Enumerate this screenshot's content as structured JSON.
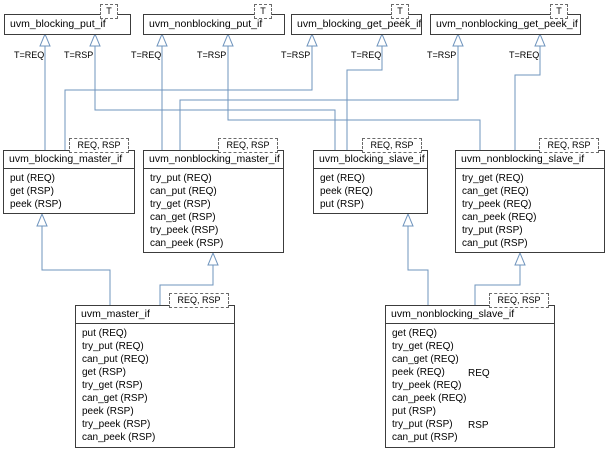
{
  "diagram": {
    "kind": "uml-class-diagram",
    "colors": {
      "connector": "#6f94bd",
      "box_border": "#3c3c3c",
      "box_background": "#ffffff",
      "text": "#000000"
    },
    "top_interfaces": [
      {
        "name": "uvm_blocking_put_if",
        "template": "T"
      },
      {
        "name": "uvm_nonblocking_put_if",
        "template": "T"
      },
      {
        "name": "uvm_blocking_get_peek_if",
        "template": "T"
      },
      {
        "name": "uvm_nonblocking_get_peek_if",
        "template": "T"
      }
    ],
    "middle_interfaces": [
      {
        "name": "uvm_blocking_master_if",
        "template": "REQ, RSP",
        "methods": [
          "put (REQ)",
          "get (RSP)",
          "peek (RSP)"
        ]
      },
      {
        "name": "uvm_nonblocking_master_if",
        "template": "REQ, RSP",
        "methods": [
          "try_put (REQ)",
          "can_put (REQ)",
          "try_get (RSP)",
          "can_get (RSP)",
          "try_peek (RSP)",
          "can_peek (RSP)"
        ]
      },
      {
        "name": "uvm_blocking_slave_if",
        "template": "REQ, RSP",
        "methods": [
          "get (REQ)",
          "peek (REQ)",
          "put (RSP)"
        ]
      },
      {
        "name": "uvm_nonblocking_slave_if",
        "template": "REQ, RSP",
        "methods": [
          "try_get (REQ)",
          "can_get (REQ)",
          "try_peek (REQ)",
          "can_peek (REQ)",
          "try_put (RSP)",
          "can_put (RSP)"
        ]
      }
    ],
    "bottom_interfaces": [
      {
        "name": "uvm_master_if",
        "template": "REQ, RSP",
        "methods": [
          "put (REQ)",
          "try_put (REQ)",
          "can_put (REQ)",
          "get (RSP)",
          "try_get (RSP)",
          "can_get (RSP)",
          "peek (RSP)",
          "try_peek (RSP)",
          "can_peek (RSP)"
        ]
      },
      {
        "name": "uvm_nonblocking_slave_if",
        "template": "REQ, RSP",
        "methods": [
          "get (REQ)",
          "try_get (REQ)",
          "can_get (REQ)",
          "peek (REQ)",
          "try_peek (REQ)",
          "can_peek (REQ)",
          "put (RSP)",
          "try_put (RSP)",
          "can_put (RSP)"
        ],
        "group_label_req": "REQ",
        "group_label_rsp": "RSP"
      }
    ],
    "binding_labels": [
      {
        "label": "T=REQ"
      },
      {
        "label": "T=RSP"
      },
      {
        "label": "T=REQ"
      },
      {
        "label": "T=RSP"
      },
      {
        "label": "T=RSP"
      },
      {
        "label": "T=REQ"
      },
      {
        "label": "T=RSP"
      },
      {
        "label": "T=REQ"
      }
    ]
  }
}
